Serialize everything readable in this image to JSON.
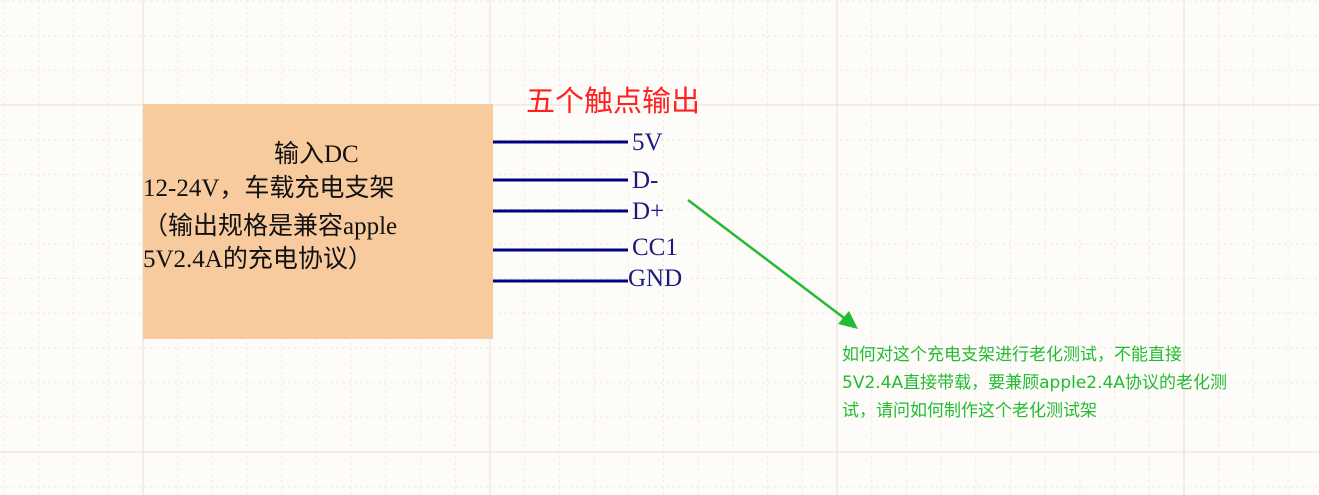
{
  "title": "五个触点输出",
  "block": {
    "lines": [
      "输入DC",
      "12-24V，车载充电支架",
      "（输出规格是兼容apple",
      "5V2.4A的充电协议）"
    ],
    "fill": "#f8cb9e"
  },
  "pins": [
    "5V",
    "D-",
    "D+",
    "CC1",
    "GND"
  ],
  "note": {
    "lines": [
      "如何对这个充电支架进行老化测试，不能直接",
      "5V2.4A直接带载，要兼顾apple2.4A协议的老化测",
      "试，请问如何制作这个老化测试架"
    ]
  },
  "colors": {
    "title": "#ff2020",
    "wire": "#000080",
    "note": "#22bb33"
  }
}
